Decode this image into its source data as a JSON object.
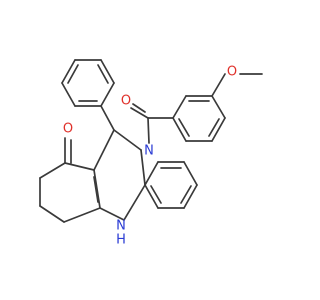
{
  "molecule": {
    "atoms": {
      "ketone_o": "O",
      "amide_o": "O",
      "ether_o": "O",
      "amide_n": "N",
      "amine_n": "N",
      "amine_h": "H"
    },
    "colors": {
      "bond": "#3a3a3a",
      "oxygen": "#e0302a",
      "nitrogen": "#2a3bd4"
    }
  }
}
